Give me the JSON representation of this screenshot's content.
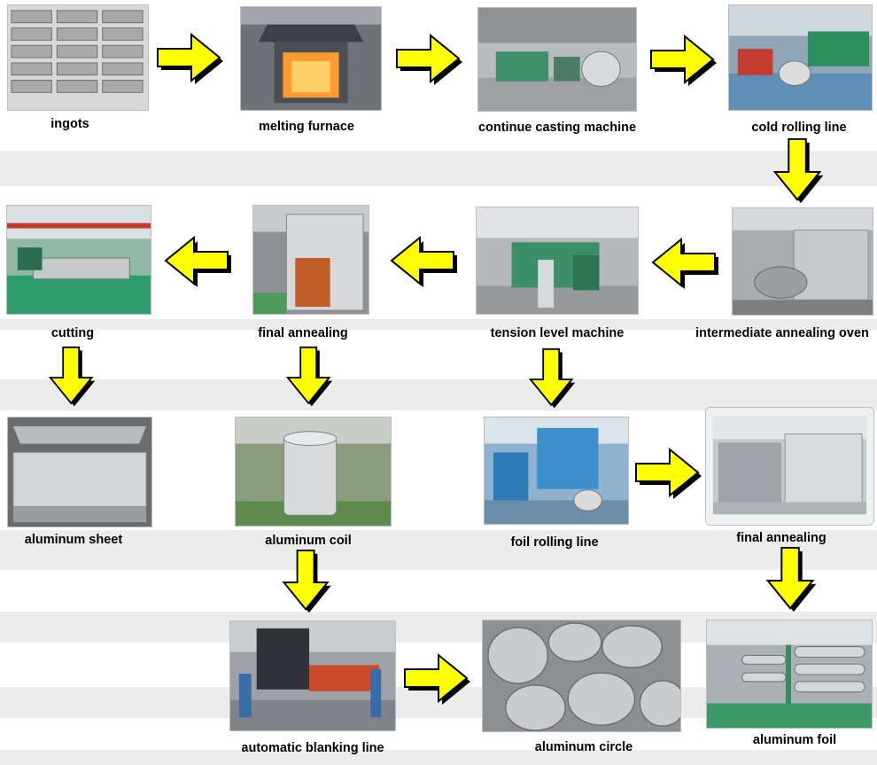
{
  "steps": {
    "ingots": "ingots",
    "melting_furnace": "melting furnace",
    "casting": "continue casting machine",
    "cold_rolling": "cold rolling line",
    "intermediate_annealing": "intermediate annealing oven",
    "tension_level": "tension level machine",
    "final_annealing_1": "final  annealing",
    "cutting": "cutting",
    "aluminum_sheet": "aluminum sheet",
    "aluminum_coil": "aluminum coil",
    "foil_rolling": "foil rolling line",
    "final_annealing_2": "final annealing",
    "blanking": "automatic blanking line",
    "aluminum_circle": "aluminum circle",
    "aluminum_foil": "aluminum foil"
  },
  "colors": {
    "arrow_fill": "#ffff00",
    "arrow_shadow": "#000000",
    "band": "#ececec"
  },
  "icons": {
    "arrow_right": "arrow-right-icon",
    "arrow_left": "arrow-left-icon",
    "arrow_down": "arrow-down-icon"
  }
}
